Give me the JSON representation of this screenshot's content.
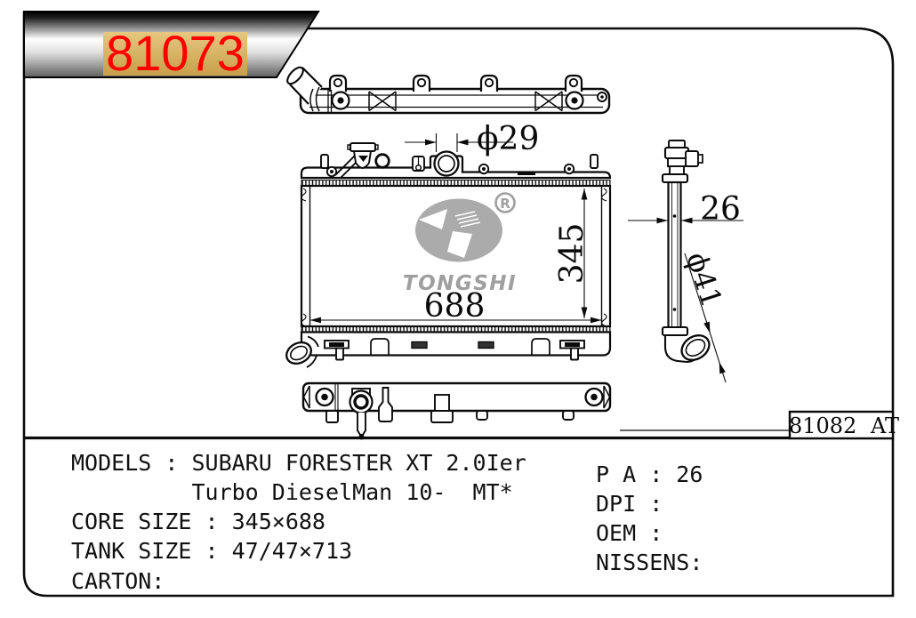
{
  "banner": {
    "part_number": "81073",
    "text_color": "#ff0000",
    "highlight_color": "#d9b469"
  },
  "drawing": {
    "dim_inlet_diameter": "ϕ29",
    "dim_core_height": "345",
    "dim_core_width": "688",
    "dim_tank_depth": "26",
    "dim_outlet_diameter": "ϕ41",
    "ref_code": "81082 AT",
    "logo_text": "TONGSHI",
    "logo_registered": "R"
  },
  "specs": {
    "left": [
      "MODELS : SUBARU FORESTER XT 2.0Ier",
      "         Turbo DieselMan 10-  MT*",
      "CORE SIZE : 345×688",
      "TANK SIZE : 47/47×713",
      "CARTON:"
    ],
    "right": [
      "P A : 26",
      "DPI :",
      "OEM :",
      "NISSENS:"
    ]
  }
}
